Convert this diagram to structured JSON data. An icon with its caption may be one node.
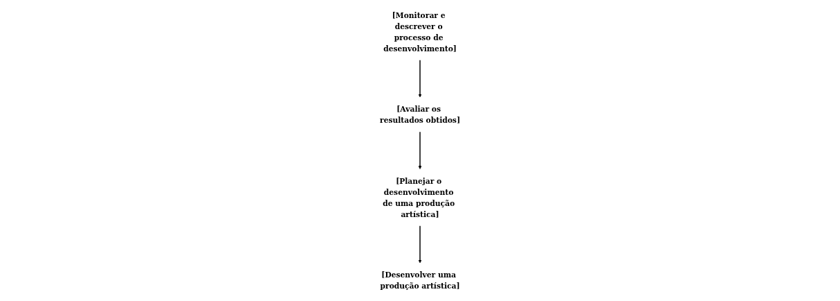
{
  "diagram": {
    "nodes": [
      {
        "text": [
          "[Planejar o desenvolvimento de uma produção artística]"
        ]
      },
      {
        "text": [
          "[Desenvolver uma produção artística]"
        ]
      },
      {
        "text": [
          "[Monitorar e descrever o processo de desenvolvimento]"
        ]
      },
      {
        "text": [
          "[Avaliar os resultados obtidos]"
        ]
      }
    ],
    "edges": [
      {
        "from": 0,
        "to": 1,
        "arrow": "to"
      },
      {
        "from": 2,
        "to": 3,
        "arrow": "to"
      },
      {
        "from": 3,
        "to": 0,
        "arrow": "to"
      }
    ]
  }
}
